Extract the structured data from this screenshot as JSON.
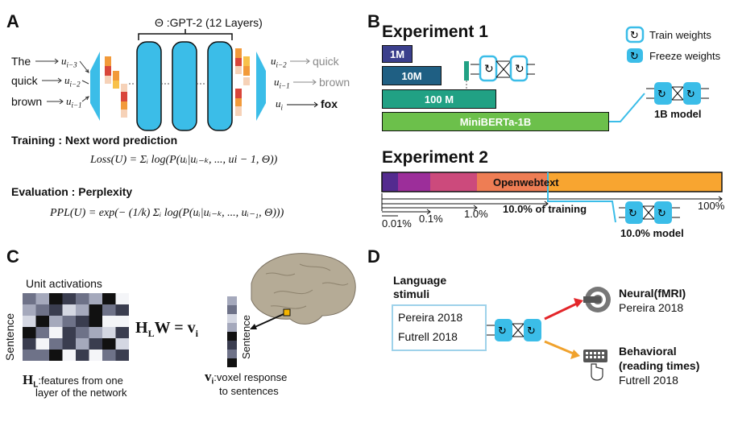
{
  "panels": {
    "a": "A",
    "b": "B",
    "c": "C",
    "d": "D"
  },
  "panel_a": {
    "model_title": "Θ :GPT-2 (12 Layers)",
    "inputs": [
      {
        "word": "The",
        "sym": "u",
        "sub": "i−3"
      },
      {
        "word": "quick",
        "sym": "u",
        "sub": "i−2"
      },
      {
        "word": "brown",
        "sym": "u",
        "sub": "i−1"
      }
    ],
    "outputs": [
      {
        "sym": "u",
        "sub": "i−2",
        "word": "quick"
      },
      {
        "sym": "u",
        "sub": "i−1",
        "word": "brown"
      },
      {
        "sym": "u",
        "sub": "i",
        "word": "fox"
      }
    ],
    "training_title": "Training : Next word prediction",
    "loss_formula": "Loss(U) = Σᵢ log(P(uᵢ|uᵢ₋ₖ, ..., ui − 1, Θ))",
    "eval_title": "Evaluation : Perplexity",
    "ppl_formula": "PPL(U) = exp(− (1/k) Σᵢ log(P(uᵢ|uᵢ₋ₖ, ..., uᵢ₋₁, Θ)))",
    "colors": {
      "blue": "#3bbde8",
      "orange": "#f29a3a",
      "red": "#d9463a",
      "pale": "#f6d2b8"
    }
  },
  "panel_b": {
    "exp1_title": "Experiment 1",
    "bars": [
      {
        "label": "1M",
        "color": "#3b3f8c"
      },
      {
        "label": "10M",
        "color": "#1f5f83"
      },
      {
        "label": "100 M",
        "color": "#21a184"
      },
      {
        "label": "MiniBERTa-1B",
        "color": "#6cc04b"
      }
    ],
    "legend_train": "Train weights",
    "legend_freeze": "Freeze weights",
    "model_1b": "1B model",
    "exp2_title": "Experiment 2",
    "dataset_label": "Openwebtext",
    "segment_colors": [
      "#542b8f",
      "#9c2e9a",
      "#cc4a7c",
      "#ee7d54",
      "#f8a530"
    ],
    "ticks": [
      "0.01%",
      "0.1%",
      "1.0%",
      "10.0% of training",
      "100%"
    ],
    "model_10": "10.0% model"
  },
  "panel_c": {
    "unit_activations": "Unit activations",
    "sentence": "Sentence",
    "equation": "H_L W = v_i",
    "hl_caption_sym": "H",
    "hl_caption_sub": "L",
    "hl_caption": ":features from one",
    "hl_caption2": "layer of the network",
    "vi_sym": "v",
    "vi_sub": "i",
    "vi_caption": ":voxel response",
    "vi_caption2": "to sentences"
  },
  "panel_d": {
    "stimuli_title1": "Language",
    "stimuli_title2": "stimuli",
    "stimuli": [
      "Pereira 2018",
      "Futrell 2018"
    ],
    "neural_title": "Neural(fMRI)",
    "neural_dataset": "Pereira 2018",
    "behav_title1": "Behavioral",
    "behav_title2": "(reading times)",
    "behav_dataset": "Futrell 2018",
    "arrow_colors": {
      "neural": "#e3262a",
      "behavioral": "#f0a22d"
    }
  }
}
